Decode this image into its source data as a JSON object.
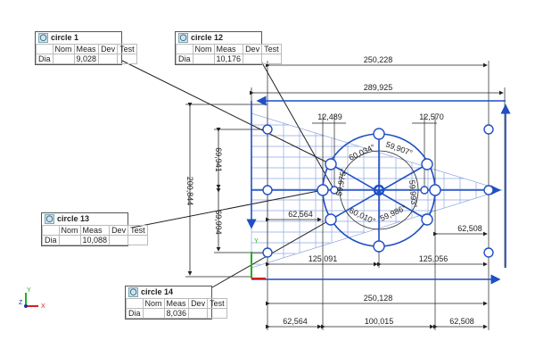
{
  "callouts": [
    {
      "title": "circle 1",
      "cols": [
        "Nom",
        "Meas",
        "Dev",
        "Test"
      ],
      "row_label": "Dia",
      "meas": "9,028"
    },
    {
      "title": "circle 12",
      "cols": [
        "Nom",
        "Meas",
        "Dev",
        "Test"
      ],
      "row_label": "Dia",
      "meas": "10,176"
    },
    {
      "title": "circle 13",
      "cols": [
        "Nom",
        "Meas",
        "Dev",
        "Test"
      ],
      "row_label": "Dia",
      "meas": "10,088"
    },
    {
      "title": "circle 14",
      "cols": [
        "Nom",
        "Meas",
        "Dev",
        "Test"
      ],
      "row_label": "Dia",
      "meas": "8,036"
    }
  ],
  "dimensions": {
    "top_250": "250,228",
    "top_290": "289,925",
    "d12_489": "12,489",
    "d12_570": "12,570",
    "v200": "200,844",
    "v69a": "69,941",
    "v69b": "69,994",
    "h62_left": "62,564",
    "h62_right": "62,508",
    "h125_left": "125,091",
    "h125_right": "125,056",
    "bottom_250": "250,128",
    "b62_left": "62,564",
    "b100": "100,015",
    "b62_right": "62,508"
  },
  "angles": [
    "60,034°",
    "59,907°",
    "59,975°",
    "59,993°",
    "60,010°",
    "59,986°"
  ],
  "axes": {
    "x": "X",
    "y": "Y",
    "z": "Z"
  },
  "colors": {
    "feature": "#1f4fc4",
    "grid": "#8fa8e0",
    "dim": "#222222",
    "axis_x": "#d02020",
    "axis_y": "#20b020"
  }
}
